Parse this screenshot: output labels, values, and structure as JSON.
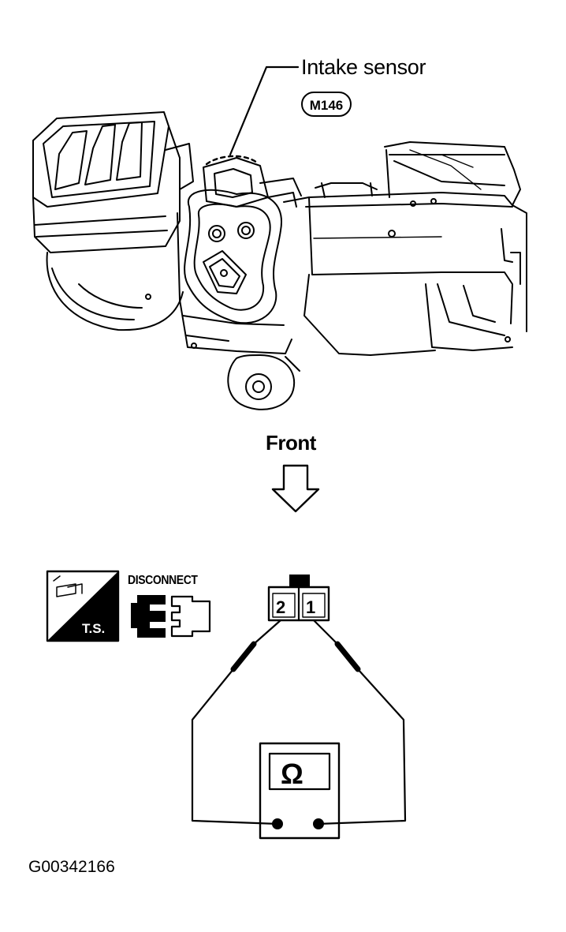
{
  "callouts": {
    "intake_sensor": "Intake sensor",
    "connector": "M146",
    "direction": "Front"
  },
  "icons": {
    "ts_label": "T.S.",
    "disconnect_label": "DISCONNECT"
  },
  "connector_pins": {
    "pin_left": "2",
    "pin_right": "1"
  },
  "meter": {
    "symbol": "Ω"
  },
  "figure_id": "G00342166"
}
